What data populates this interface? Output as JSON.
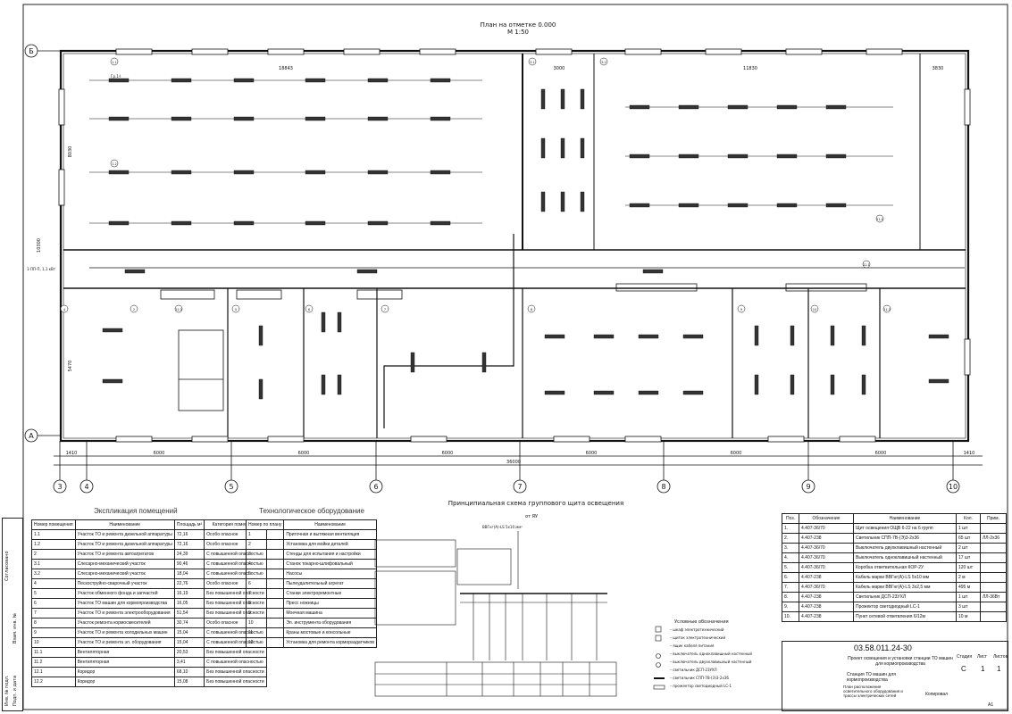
{
  "plan": {
    "title": "План на отметке 0.000",
    "scale": "М 1:50",
    "axis_letters": [
      "Б",
      "А"
    ],
    "axis_numbers": [
      "3",
      "4",
      "5",
      "6",
      "7",
      "8",
      "9",
      "10"
    ],
    "dims_bottom": [
      "1410",
      "6000",
      "6000",
      "6000",
      "6000",
      "6000",
      "6000",
      "1410"
    ],
    "dim_total": "36000",
    "dims_top": [
      "18843",
      "3000",
      "11830",
      "3830"
    ],
    "dims_left": [
      "10300",
      "8030",
      "5470"
    ],
    "rooms": [
      "1.1",
      "1.2",
      "2",
      "3.1",
      "3.2",
      "4",
      "5",
      "6",
      "7",
      "8",
      "9",
      "10",
      "11.1",
      "11.2",
      "12.1",
      "12.2"
    ],
    "lamp_label": "Гр.1-I",
    "panel_label": "1-ПП-П, 1,1 кВт"
  },
  "explication": {
    "title": "Экспликация помещений",
    "headers": [
      "Номер помещения",
      "Наименование",
      "Площадь м²",
      "Категория помещения"
    ],
    "rows": [
      [
        "1.1",
        "Участок ТО и ремонта дизельной аппаратуры",
        "72,16",
        "Особо опасное"
      ],
      [
        "1.2",
        "Участок ТО и ремонта дизельной аппаратуры",
        "72,16",
        "Особо опасное"
      ],
      [
        "2",
        "Участок ТО и ремонта автоагрегатов",
        "24,39",
        "С повышенной опасностью"
      ],
      [
        "3.1",
        "Слесарно-механический участок",
        "90,46",
        "С повышенной опасностью"
      ],
      [
        "3.2",
        "Слесарно-механический участок",
        "18,04",
        "С повышенной опасностью"
      ],
      [
        "4",
        "Пескоструйно-сварочный участок",
        "22,76",
        "Особо опасное"
      ],
      [
        "5",
        "Участок обменного фонда и запчастей",
        "16,19",
        "Без повышенной опасности"
      ],
      [
        "6",
        "Участок ТО машин для кормопроизводства",
        "16,05",
        "Без повышенной опасности"
      ],
      [
        "7",
        "Участок ТО и ремонта электрооборудования",
        "51,54",
        "Без повышенной опасности"
      ],
      [
        "8",
        "Участок ремонта кормосмесителей",
        "30,74",
        "Особо опасное"
      ],
      [
        "9",
        "Участок ТО и ремонта холодильных машин",
        "15,04",
        "С повышенной опасностью"
      ],
      [
        "10",
        "Участок ТО и ремонта эл. оборудования",
        "15,04",
        "С повышенной опасностью"
      ],
      [
        "11.1",
        "Вентиляторная",
        "20,53",
        "Без повышенной опасности"
      ],
      [
        "11.2",
        "Вентиляторная",
        "3,41",
        "С повышенной опасностью"
      ],
      [
        "12.1",
        "Коридор",
        "68,10",
        "Без повышенной опасности"
      ],
      [
        "12.2",
        "Коридор",
        "15,08",
        "Без повышенной опасности"
      ]
    ]
  },
  "equipment": {
    "title": "Технологическое оборудование",
    "headers": [
      "Номер по плану",
      "Наименование"
    ],
    "rows": [
      [
        "1",
        "Приточная и вытяжная вентиляция"
      ],
      [
        "2",
        "Установка для мойки деталей"
      ],
      [
        "3",
        "Стенды для испытания и настройки"
      ],
      [
        "4",
        "Станок токарно-шлифовальный"
      ],
      [
        "5",
        "Насосы"
      ],
      [
        "6",
        "Пылеудалительный агрегат"
      ],
      [
        "7",
        "Станки электроремонтные"
      ],
      [
        "8",
        "Пресс ножницы"
      ],
      [
        "9",
        "Моечная машина"
      ],
      [
        "10",
        "Эл. инструмента оборудования"
      ],
      [
        "11",
        "Краны мостовые и консольные"
      ],
      [
        "12",
        "Установка для ремонта кормораздатчиков"
      ]
    ]
  },
  "schematic": {
    "title": "Принципиальная схема группового щита освещения",
    "supply": "от ЯУ",
    "cable": "ВВГнг(А)-LS 5х10 мм²",
    "legend_title": "Условные обозначения",
    "legend": [
      "– шкаф электротехнический",
      "– щиток электротехнический",
      "– ящик кабеля питания",
      "– выключатель одноклавишный настенный",
      "– выключатель двухклавишный настенный",
      "– светильник ДСП-23УХЛ",
      "– светильник СПП-7В-(Э)3-2х36",
      "– прожектор светодиодный LC-1"
    ]
  },
  "specification": {
    "headers": [
      "Поз.",
      "Обозначение",
      "Наименование",
      "Кол.",
      "Прим."
    ],
    "rows": [
      [
        "1.",
        "4.407-36/70",
        "Щит освещения ОЩВ 6-22 на 6 групп",
        "1 шт",
        ""
      ],
      [
        "2.",
        "4.407-238",
        "Светильник СПП-7В-(Э)3-2х36",
        "65 шт",
        "ЛЛ-2х36"
      ],
      [
        "3.",
        "4.407-36/70",
        "Выключатель двухклавишный настенный",
        "2 шт",
        ""
      ],
      [
        "4.",
        "4.407-36/70",
        "Выключатель одноклавишный настенный",
        "17 шт",
        ""
      ],
      [
        "5.",
        "4.407-36/70",
        "Коробка ответвительная КОР-2У",
        "120 шт",
        ""
      ],
      [
        "6.",
        "4.407-238",
        "Кабель марки ВВГнг(А)-LS 5х10 мм",
        "2 м",
        ""
      ],
      [
        "7.",
        "4.407-36/70",
        "Кабель марки ВВГнг(А)-LS 3х2,5 мм",
        "495 м",
        ""
      ],
      [
        "8.",
        "4.407-238",
        "Светильник ДСП-23УХЛ",
        "1 шт",
        "ЛЛ-36Вт"
      ],
      [
        "9.",
        "4.407-238",
        "Прожектор светодиодный LC-1",
        "3 шт",
        ""
      ],
      [
        "10.",
        "4.407-238",
        "Пункт сетевой ответвления 6/12м",
        "10 м",
        ""
      ]
    ]
  },
  "stamp": {
    "code": "03.58.011.24-30",
    "project": "Проект освещения и установки станции ТО машин для кормопроизводства",
    "object": "Станция ТО машин для кормопроизводства",
    "stage_label": "Стадия",
    "stage": "С",
    "sheet_label": "Лист",
    "sheet": "1",
    "sheets_label": "Листов",
    "sheets": "1",
    "drawing_title": "План расположения осветительного оборудования и трассы электрических сетей",
    "copied": "Копировал",
    "format": "A1"
  },
  "side_strip": [
    "Согласовано",
    "Инв. № подл.",
    "Подп. и дата",
    "Взам. инв. №"
  ]
}
